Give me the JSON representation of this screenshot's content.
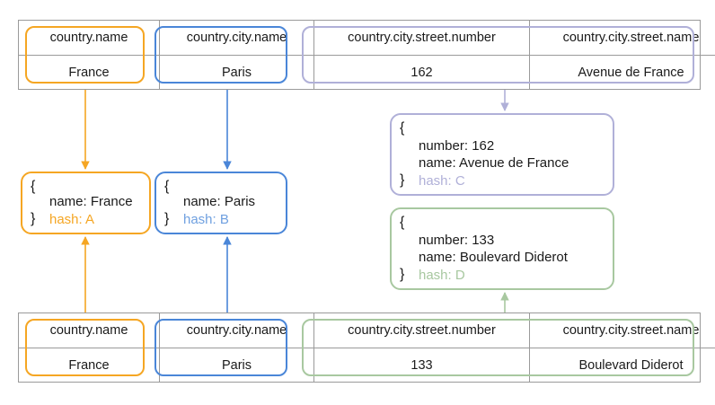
{
  "colors": {
    "orange": "#f5a623",
    "blue": "#4a86d8",
    "purple": "#b0b0d8",
    "green": "#a8c8a0",
    "grid": "#9a9a9a",
    "text": "#1a1a1a"
  },
  "tables": {
    "top": {
      "headers": [
        "country.name",
        "country.city.name",
        "country.city.street.number",
        "country.city.street.name"
      ],
      "values": [
        "France",
        "Paris",
        "162",
        "Avenue de France"
      ]
    },
    "bottom": {
      "headers": [
        "country.name",
        "country.city.name",
        "country.city.street.number",
        "country.city.street.name"
      ],
      "values": [
        "France",
        "Paris",
        "133",
        "Boulevard Diderot"
      ]
    }
  },
  "nodes": {
    "country_france": {
      "brace_open": "{",
      "brace_close": "}",
      "fields": [
        "name: France"
      ],
      "hash": "hash: A"
    },
    "city_paris": {
      "brace_open": "{",
      "brace_close": "}",
      "fields": [
        "name: Paris"
      ],
      "hash": "hash: B"
    },
    "street_avenue": {
      "brace_open": "{",
      "brace_close": "}",
      "fields": [
        "number: 162",
        "name: Avenue de France"
      ],
      "hash": "hash: C"
    },
    "street_boulevard": {
      "brace_open": "{",
      "brace_close": "}",
      "fields": [
        "number: 133",
        "name: Boulevard Diderot"
      ],
      "hash": "hash: D"
    }
  }
}
